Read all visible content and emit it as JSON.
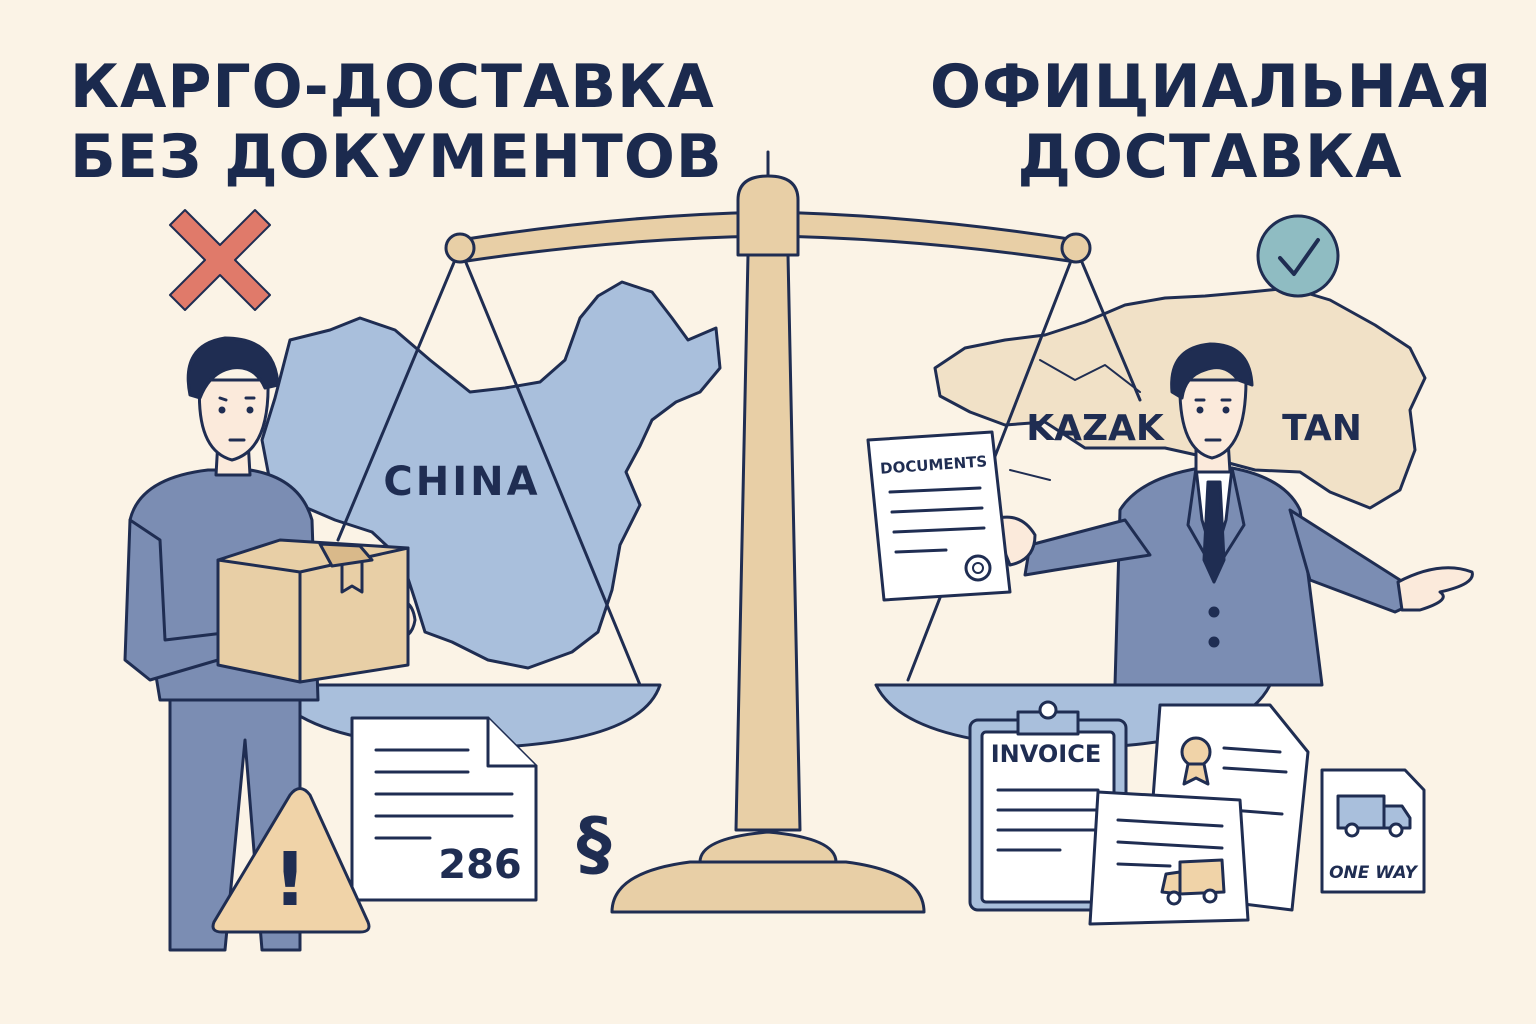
{
  "left": {
    "heading_line1": "КАРГО-ДОСТАВКА",
    "heading_line2": "БЕЗ ДОКУМЕНТОВ",
    "map_label": "CHINA",
    "document_number": "286",
    "section_symbol": "§",
    "warning_symbol": "!",
    "status_icon": "cross-icon"
  },
  "right": {
    "heading_line1": "ОФИЦИАЛЬНАЯ",
    "heading_line2": "ДОСТАВКА",
    "map_label_part1": "KAZAK",
    "map_label_part2": "TAN",
    "held_document_title": "DOCUMENTS",
    "clipboard_title": "INVOICE",
    "small_card_label": "ONE WAY",
    "status_icon": "check-circle-icon"
  },
  "colors": {
    "background": "#fbf3e6",
    "heading": "#1b2a4e",
    "outline": "#1f2d52",
    "china_map": "#a9bfdc",
    "kazakhstan_map": "#f1e1c7",
    "scale_wood": "#e8cfa6",
    "cross": "#e07a6a",
    "check_circle": "#8fbcc2",
    "warning": "#f0d3a8"
  }
}
